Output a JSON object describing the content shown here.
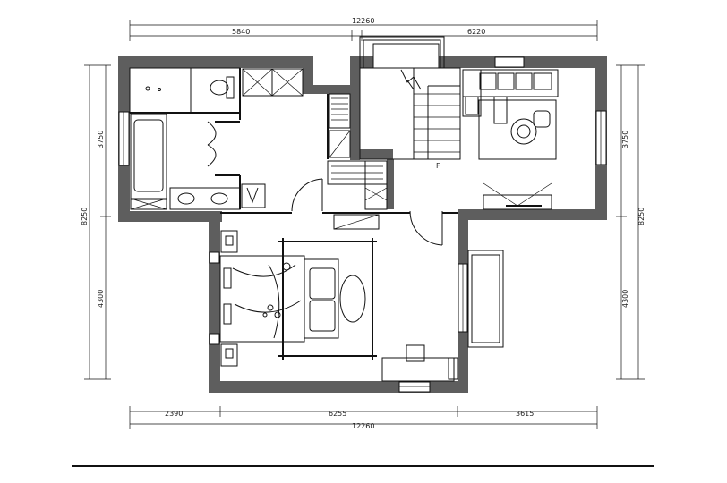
{
  "plan": {
    "top_dims": {
      "total": "12260",
      "left": "5840",
      "right": "6220"
    },
    "bottom_dims": {
      "seg1": "2390",
      "seg2": "6255",
      "seg3": "3615",
      "total": "12260"
    },
    "left_dims": {
      "total": "8250",
      "upper": "3750",
      "lower": "4300"
    },
    "right_dims": {
      "total": "8250",
      "upper": "3750",
      "lower": "4300"
    },
    "stair_mark": "F"
  }
}
